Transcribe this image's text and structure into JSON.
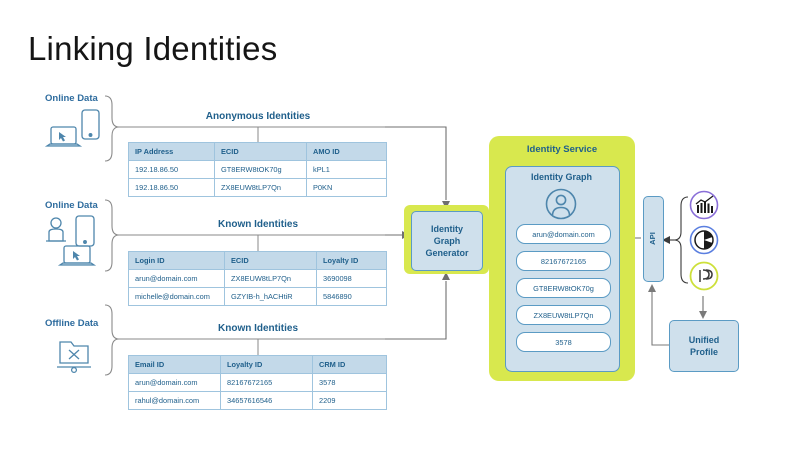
{
  "page": {
    "title": "Linking Identities"
  },
  "sources": [
    {
      "label": "Online Data",
      "icons": [
        "laptop-cursor-icon",
        "smartphone-icon"
      ]
    },
    {
      "label": "Online Data",
      "icons": [
        "person-icon",
        "smartphone-icon",
        "laptop-cursor-icon"
      ]
    },
    {
      "label": "Offline Data",
      "icons": [
        "folder-x-icon"
      ]
    }
  ],
  "tables": [
    {
      "section_title": "Anonymous Identities",
      "columns": [
        "IP Address",
        "ECID",
        "AMO ID"
      ],
      "rows": [
        [
          "192.18.86.50",
          "GT8ERW8tOK70g",
          "kPL1"
        ],
        [
          "192.18.86.50",
          "ZX8EUW8tLP7Qn",
          "P0KN"
        ]
      ]
    },
    {
      "section_title": "Known Identities",
      "columns": [
        "Login ID",
        "ECID",
        "Loyalty ID"
      ],
      "rows": [
        [
          "arun@domain.com",
          "ZX8EUW8tLP7Qn",
          "3690098"
        ],
        [
          "michelle@domain.com",
          "GZYIB-h_hACHtiR",
          "5846890"
        ]
      ]
    },
    {
      "section_title": "Known Identities",
      "columns": [
        "Email ID",
        "Loyalty ID",
        "CRM ID"
      ],
      "rows": [
        [
          "arun@domain.com",
          "82167672165",
          "3578"
        ],
        [
          "rahul@domain.com",
          "34657616546",
          "2209"
        ]
      ]
    }
  ],
  "generator": {
    "line1": "Identity",
    "line2": "Graph",
    "line3": "Generator"
  },
  "identity_service": {
    "title": "Identity Service",
    "graph_title": "Identity Graph",
    "avatar_icon": "user-avatar-icon",
    "chips": [
      "arun@domain.com",
      "82167672165",
      "GT8ERW8tOK70g",
      "ZX8EUW8tLP7Qn",
      "3578"
    ]
  },
  "api": {
    "label": "API"
  },
  "products": [
    {
      "name": "analytics-bar-chart-icon",
      "ring": "#8a6fd8"
    },
    {
      "name": "target-pie-chart-icon",
      "ring": "#5b7fe0"
    },
    {
      "name": "campaign-icon",
      "ring": "#cde03a"
    }
  ],
  "unified_profile": {
    "line1": "Unified",
    "line2": "Profile"
  },
  "colors": {
    "accent_green": "#d8e84e",
    "panel_blue": "#cfe0ec",
    "stroke_blue": "#5b9bc4",
    "text_blue": "#1f5f8b",
    "header_fill": "#c3d9e9",
    "connector_gray": "#808080"
  }
}
